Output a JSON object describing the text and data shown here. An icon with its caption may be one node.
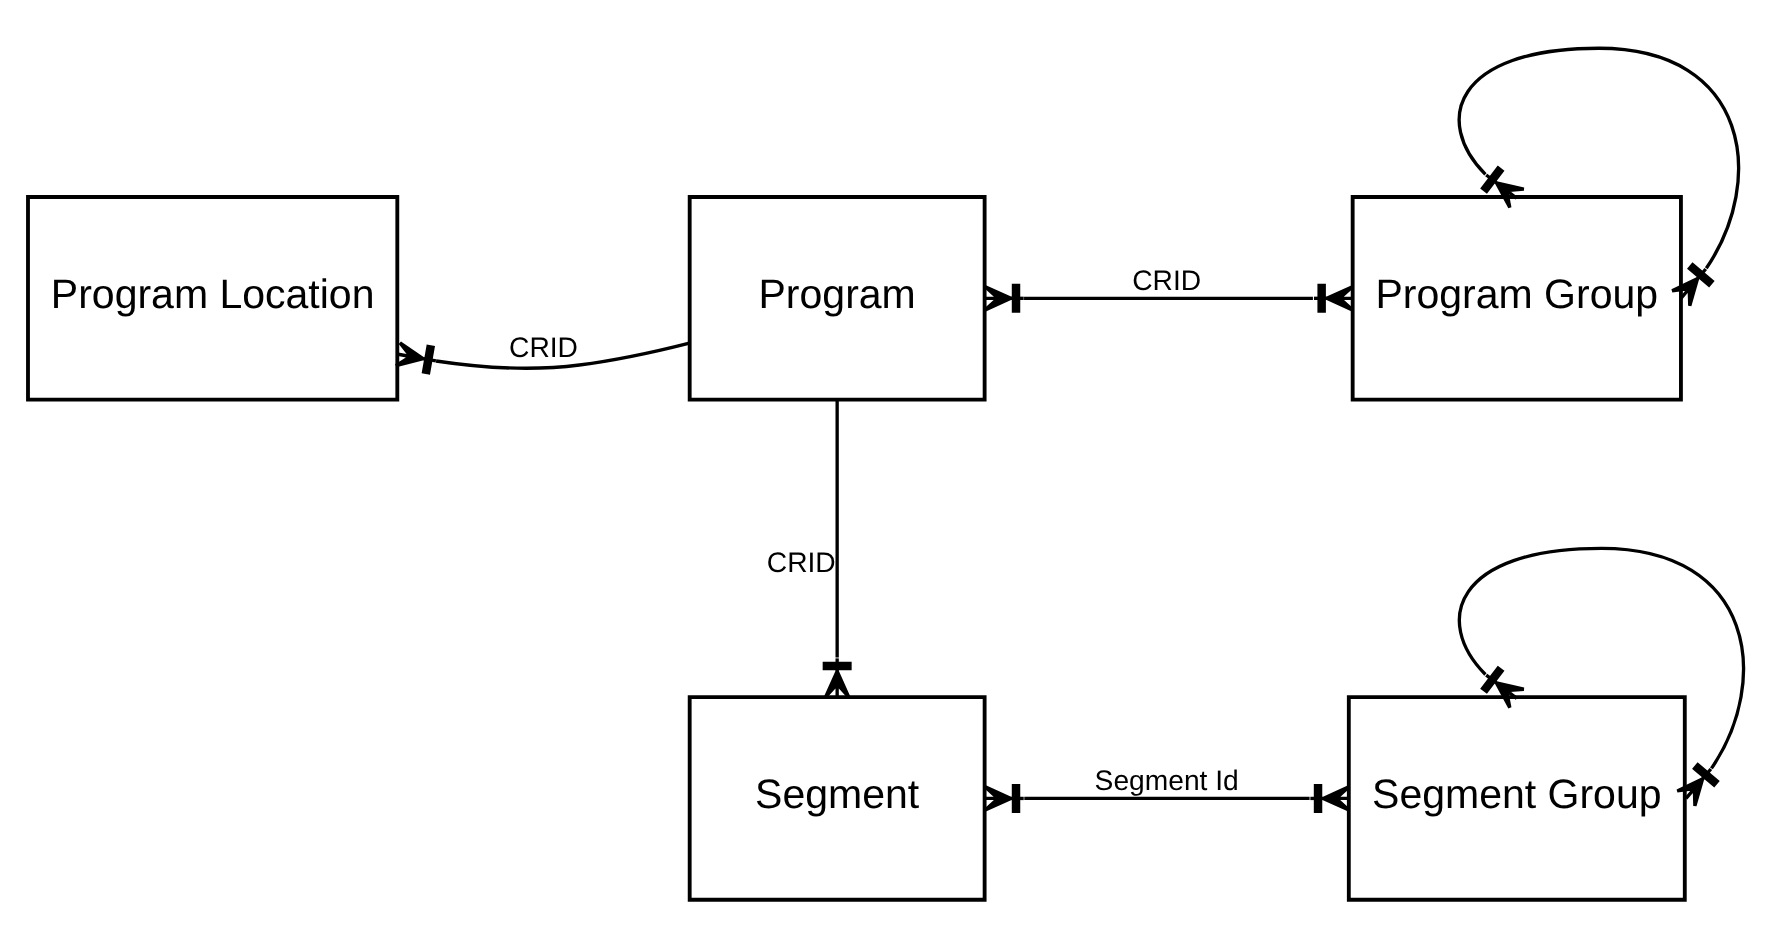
{
  "diagram": {
    "nodes": [
      {
        "text": [
          "Program Location"
        ]
      },
      {
        "text": [
          "Program"
        ]
      },
      {
        "text": [
          "Program Group"
        ]
      },
      {
        "text": [
          "Segment"
        ]
      },
      {
        "text": [
          "Segment Group"
        ]
      }
    ],
    "edges": [
      {
        "from": 1,
        "to": 0,
        "label": "CRID",
        "arrow": "other"
      },
      {
        "from": 1,
        "to": 2,
        "label": "CRID",
        "arrow": "other"
      },
      {
        "from": 2,
        "to": 2,
        "arrow": "other"
      },
      {
        "from": 1,
        "to": 3,
        "label": "CRID",
        "arrow": "other"
      },
      {
        "from": 3,
        "to": 4,
        "label": "Segment Id",
        "arrow": "other"
      },
      {
        "from": 4,
        "to": 4,
        "arrow": "other"
      }
    ]
  }
}
